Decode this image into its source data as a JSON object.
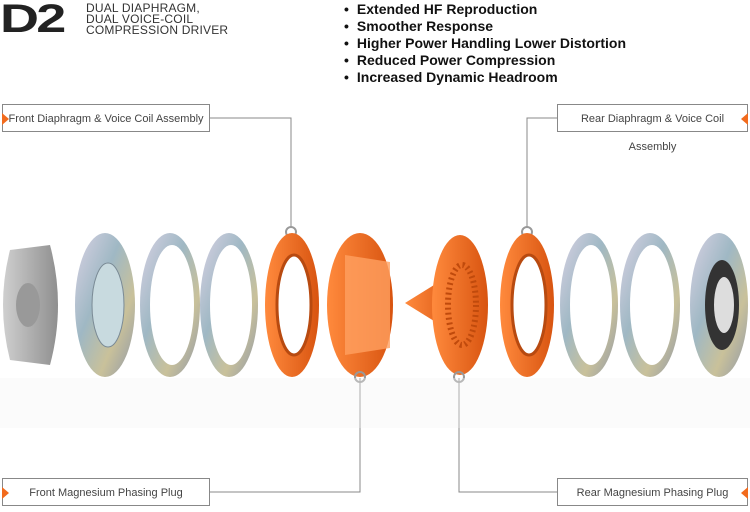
{
  "header": {
    "logo": "D2",
    "subtitle_lines": [
      "DUAL DIAPHRAGM,",
      "DUAL VOICE-COIL",
      "COMPRESSION DRIVER"
    ]
  },
  "features": [
    "Extended HF Reproduction",
    "Smoother Response",
    "Higher Power Handling Lower Distortion",
    "Reduced Power Compression",
    "Increased Dynamic Headroom"
  ],
  "callouts": {
    "front_diaphragm": "Front Diaphragm & Voice Coil Assembly",
    "rear_diaphragm": "Rear Diaphragm & Voice Coil Assembly",
    "front_plug": "Front Magnesium Phasing Plug",
    "rear_plug": "Rear Magnesium Phasing Plug"
  },
  "colors": {
    "accent": "#f26b1d",
    "text": "#222222",
    "line": "#888888"
  }
}
